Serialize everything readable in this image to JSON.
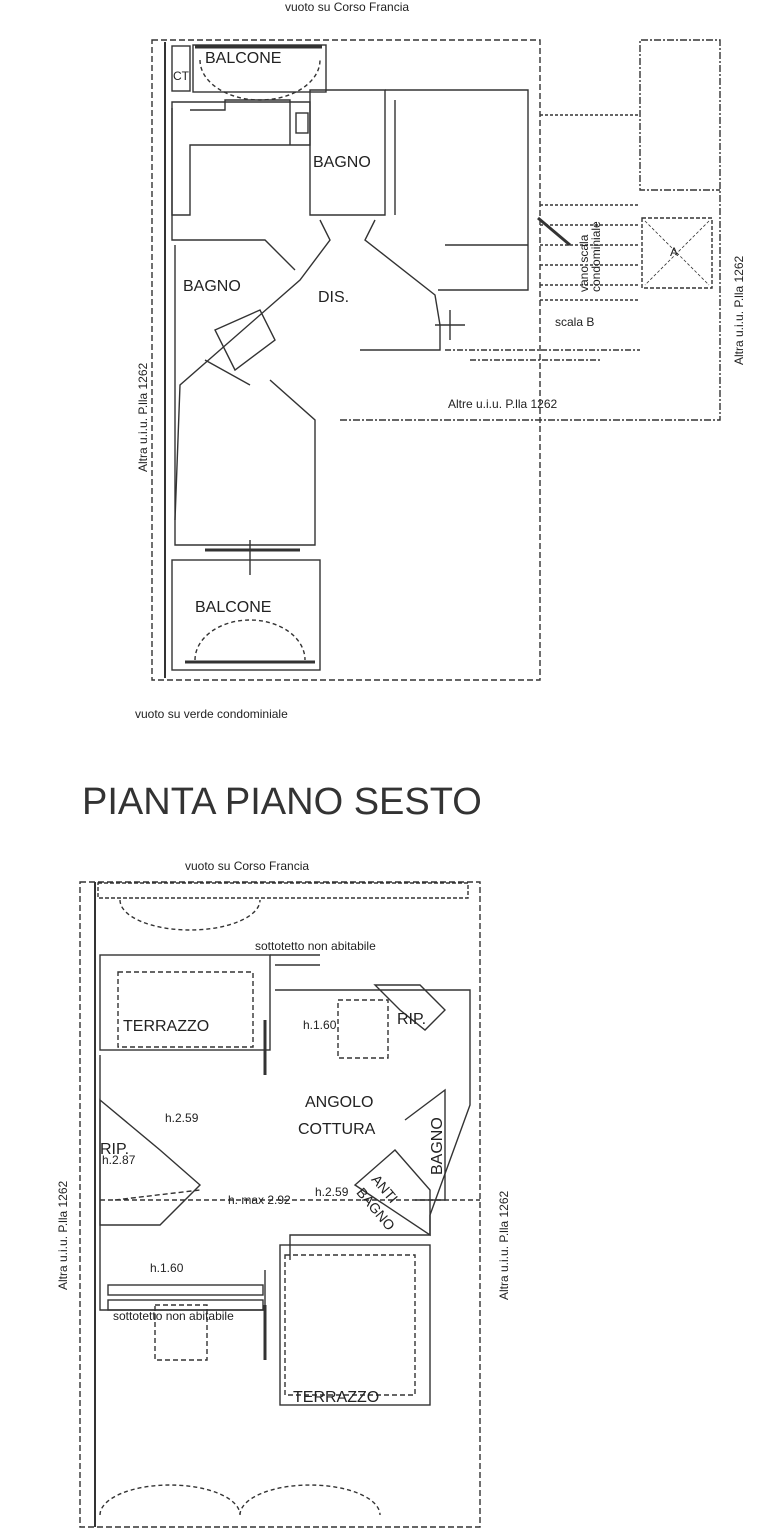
{
  "upper_plan": {
    "top_note": "vuoto su Corso Francia",
    "rooms": {
      "balcone_top": "BALCONE",
      "ct": "CT",
      "bagno_1": "BAGNO",
      "bagno_2": "BAGNO",
      "dis": "DIS.",
      "balcone_bottom": "BALCONE",
      "lift": "A"
    },
    "stair_well": [
      "vano scala",
      "condominiale"
    ],
    "scala": "scala B",
    "neighbor_bottom": "Altre u.i.u.  P.lla 1262",
    "neighbor_left": "Altra u.i.u.  P.lla 1262",
    "neighbor_right": "Altra u.i.u.  P.lla 1262",
    "bottom_note": "vuoto su verde condominiale"
  },
  "title": "PIANTA PIANO SESTO",
  "lower_plan": {
    "top_note": "vuoto su Corso Francia",
    "attic_top": "sottotetto non abitabile",
    "attic_bottom": "sottotetto non abitabile",
    "rooms": {
      "terrazzo_top": "TERRAZZO",
      "rip_top": "RIP.",
      "angolo": "ANGOLO",
      "cottura": "COTTURA",
      "bagno": "BAGNO",
      "anti": "ANTI",
      "anti_bagno": "BAGNO",
      "rip_left": "RIP.",
      "terrazzo_bottom": "TERRAZZO"
    },
    "heights": {
      "h160_top": "h.1.60",
      "h259_left": "h.2.59",
      "hmax": "h. max 2.92",
      "h287": "h.2.87",
      "h259_bottom": "h.2.59",
      "h160_bottom": "h.1.60"
    },
    "neighbor_left": "Altra u.i.u.  P.lla 1262",
    "neighbor_right": "Altra u.i.u.  P.lla 1262"
  }
}
